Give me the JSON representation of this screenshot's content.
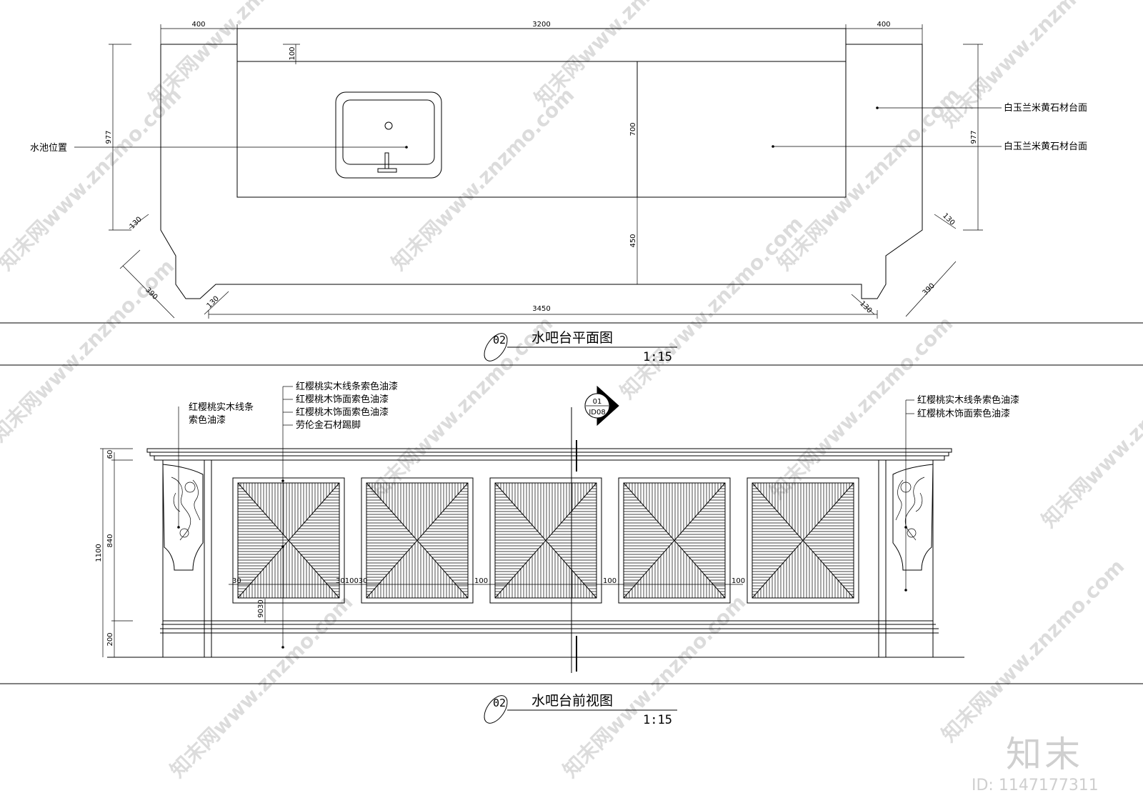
{
  "plan": {
    "dims_top": [
      "400",
      "3200",
      "400"
    ],
    "dim_100": "100",
    "dim_977_left": "977",
    "dim_977_right": "977",
    "dim_700": "700",
    "dim_450": "450",
    "dim_130": "130",
    "dim_390": "390",
    "dim_3450": "3450",
    "note_sink": "水池位置",
    "note_top1": "白玉兰米黄石材台面",
    "note_top2": "白玉兰米黄石材台面",
    "title_num": "02",
    "title": "水吧台平面图",
    "scale": "1:15"
  },
  "elev": {
    "note_left": [
      "红樱桃实木线条",
      "索色油漆"
    ],
    "notes_mid": [
      "红樱桃实木线条索色油漆",
      "红樱桃木饰面索色油漆",
      "红樱桃木饰面索色油漆",
      "劳伦金石材踢脚"
    ],
    "notes_right": [
      "红樱桃实木线条索色油漆",
      "红樱桃木饰面索色油漆"
    ],
    "section_num": "01",
    "section_sheet": "ID08",
    "dim_60": "60",
    "dim_840": "840",
    "dim_1100": "1100",
    "dim_200": "200",
    "dim_30a": "30",
    "dim_3010030": "3010030",
    "dim_100": "100",
    "dim_9030": "9030",
    "title_num": "02",
    "title": "水吧台前视图",
    "scale": "1:15"
  },
  "watermark": {
    "text": "知末网www.znzmo.com",
    "brand": "知末",
    "id": "ID: 1147177311"
  }
}
